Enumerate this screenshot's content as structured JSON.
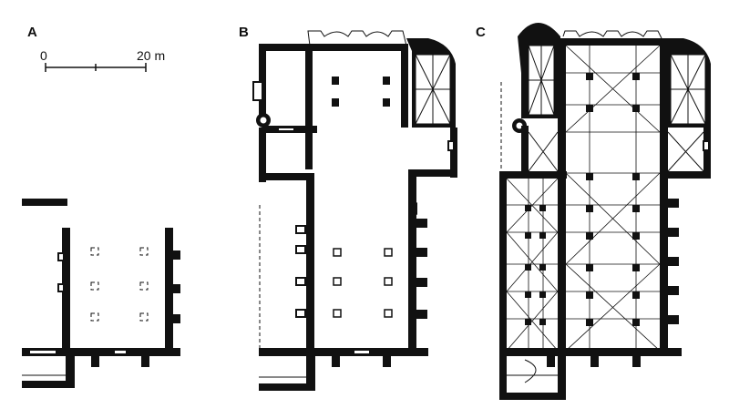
{
  "panels": [
    {
      "id": "A",
      "label": "A"
    },
    {
      "id": "B",
      "label": "B"
    },
    {
      "id": "C",
      "label": "C"
    }
  ],
  "scale_bar": {
    "start_label": "0",
    "end_label": "20 m"
  }
}
